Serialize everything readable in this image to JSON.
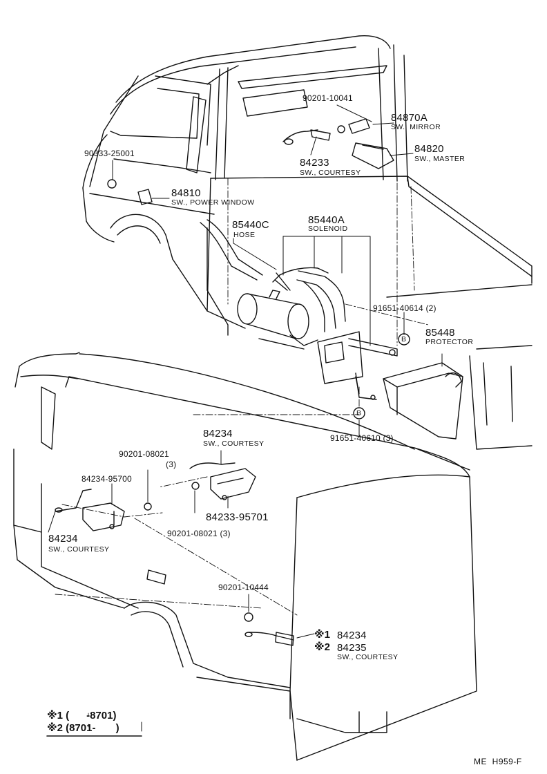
{
  "labels": {
    "p_90201_10041": "90201-10041",
    "p_84870A": "84870A",
    "n_sw_mirror": "SW., MIRROR",
    "p_84820": "84820",
    "n_sw_master": "SW., MASTER",
    "p_84233": "84233",
    "n_sw_courtesy_1": "SW., COURTESY",
    "p_90333_25001": "90333-25001",
    "p_84810": "84810",
    "n_sw_power_window": "SW., POWER WINDOW",
    "p_85440C": "85440C",
    "n_hose": "HOSE",
    "p_85440A": "85440A",
    "n_solenoid": "SOLENOID",
    "p_91651_40614": "91651-40614 (2)",
    "p_85448": "85448",
    "n_protector": "PROTECTOR",
    "p_91651_40610": "91651-40610 (3)",
    "p_84234_top": "84234",
    "n_sw_courtesy_2": "SW., COURTESY",
    "p_90201_08021_a": "90201-08021",
    "p_qty_3": "(3)",
    "p_84234_95700": "84234-95700",
    "p_84233_95701": "84233-95701",
    "p_90201_08021_b": "90201-08021 (3)",
    "p_84234_left": "84234",
    "n_sw_courtesy_3": "SW., COURTESY",
    "p_90201_10444": "90201-10444",
    "p_84234_rear": "84234",
    "p_84235": "84235",
    "n_sw_courtesy_4": "SW., COURTESY",
    "mark_1": "※1",
    "mark_2": "※2",
    "b_mark": "B"
  },
  "legend": {
    "row1": "※1 (      -8701)",
    "row2": "※2 (8701-       )"
  },
  "footer": {
    "code": "ME  H959-F"
  },
  "colors": {
    "ink": "#111111",
    "paper": "#ffffff"
  }
}
